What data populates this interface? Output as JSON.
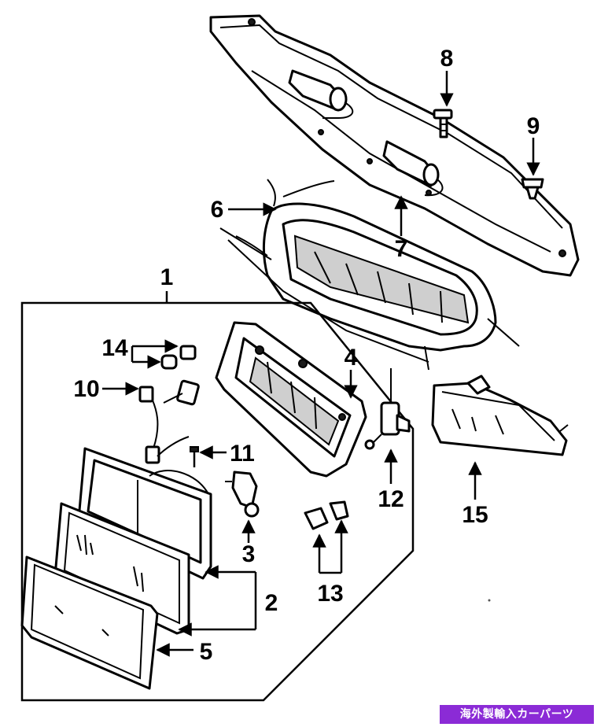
{
  "diagram": {
    "callouts": [
      {
        "id": "c1",
        "label": "1"
      },
      {
        "id": "c2",
        "label": "2"
      },
      {
        "id": "c3",
        "label": "3"
      },
      {
        "id": "c4",
        "label": "4"
      },
      {
        "id": "c5",
        "label": "5"
      },
      {
        "id": "c6",
        "label": "6"
      },
      {
        "id": "c7",
        "label": "7"
      },
      {
        "id": "c8",
        "label": "8"
      },
      {
        "id": "c9",
        "label": "9"
      },
      {
        "id": "c10",
        "label": "10"
      },
      {
        "id": "c11",
        "label": "11"
      },
      {
        "id": "c12",
        "label": "12"
      },
      {
        "id": "c13",
        "label": "13"
      },
      {
        "id": "c14",
        "label": "14"
      },
      {
        "id": "c15",
        "label": "15"
      }
    ]
  },
  "watermark": {
    "text": "海外製輸入カーパーツ",
    "color": "#8b2bd6"
  }
}
